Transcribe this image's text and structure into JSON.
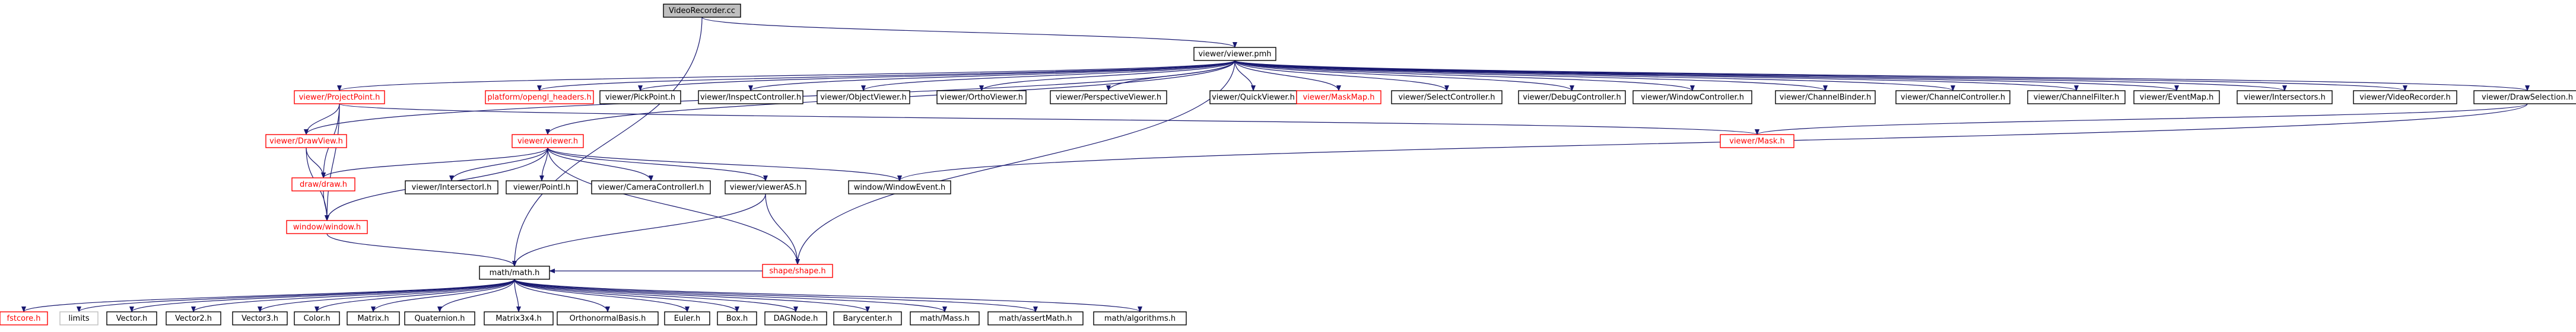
{
  "diagram": {
    "type": "include-dependency-graph",
    "colors": {
      "edge": "#191970",
      "root_fill": "#bfbfbf",
      "node_border": "#000000",
      "expandable_border": "#ff0000",
      "missing_border": "#bfbfbf",
      "text": "#000000",
      "expandable_text": "#ff0000"
    },
    "nodes": [
      {
        "id": "VideoRecorder_cc",
        "label": "VideoRecorder.cc",
        "kind": "root"
      },
      {
        "id": "viewer_pmh",
        "label": "viewer/viewer.pmh",
        "kind": "normal"
      },
      {
        "id": "ProjectPoint_h",
        "label": "viewer/ProjectPoint.h",
        "kind": "expandable"
      },
      {
        "id": "opengl_headers_h",
        "label": "platform/opengl_headers.h",
        "kind": "expandable"
      },
      {
        "id": "PickPoint_h",
        "label": "viewer/PickPoint.h",
        "kind": "normal"
      },
      {
        "id": "InspectController_h",
        "label": "viewer/InspectController.h",
        "kind": "normal"
      },
      {
        "id": "ObjectViewer_h",
        "label": "viewer/ObjectViewer.h",
        "kind": "normal"
      },
      {
        "id": "OrthoViewer_h",
        "label": "viewer/OrthoViewer.h",
        "kind": "normal"
      },
      {
        "id": "PerspectiveViewer_h",
        "label": "viewer/PerspectiveViewer.h",
        "kind": "normal"
      },
      {
        "id": "QuickViewer_h",
        "label": "viewer/QuickViewer.h",
        "kind": "normal"
      },
      {
        "id": "MaskMap_h",
        "label": "viewer/MaskMap.h",
        "kind": "expandable"
      },
      {
        "id": "SelectController_h",
        "label": "viewer/SelectController.h",
        "kind": "normal"
      },
      {
        "id": "DebugController_h",
        "label": "viewer/DebugController.h",
        "kind": "normal"
      },
      {
        "id": "WindowController_h",
        "label": "viewer/WindowController.h",
        "kind": "normal"
      },
      {
        "id": "ChannelBinder_h",
        "label": "viewer/ChannelBinder.h",
        "kind": "normal"
      },
      {
        "id": "ChannelController_h",
        "label": "viewer/ChannelController.h",
        "kind": "normal"
      },
      {
        "id": "ChannelFilter_h",
        "label": "viewer/ChannelFilter.h",
        "kind": "normal"
      },
      {
        "id": "EventMap_h",
        "label": "viewer/EventMap.h",
        "kind": "normal"
      },
      {
        "id": "Intersectors_h",
        "label": "viewer/Intersectors.h",
        "kind": "normal"
      },
      {
        "id": "VideoRecorder_h",
        "label": "viewer/VideoRecorder.h",
        "kind": "normal"
      },
      {
        "id": "DrawSelection_h",
        "label": "viewer/DrawSelection.h",
        "kind": "normal"
      },
      {
        "id": "viewer_h",
        "label": "viewer/viewer.h",
        "kind": "expandable"
      },
      {
        "id": "Mask_h",
        "label": "viewer/Mask.h",
        "kind": "expandable"
      },
      {
        "id": "DrawView_h",
        "label": "viewer/DrawView.h",
        "kind": "expandable"
      },
      {
        "id": "draw_h",
        "label": "draw/draw.h",
        "kind": "expandable"
      },
      {
        "id": "window_h",
        "label": "window/window.h",
        "kind": "expandable"
      },
      {
        "id": "IntersectorI_h",
        "label": "viewer/IntersectorI.h",
        "kind": "normal"
      },
      {
        "id": "PointI_h",
        "label": "viewer/PointI.h",
        "kind": "normal"
      },
      {
        "id": "CameraControllerI_h",
        "label": "viewer/CameraControllerI.h",
        "kind": "normal"
      },
      {
        "id": "viewerAS_h",
        "label": "viewer/viewerAS.h",
        "kind": "normal"
      },
      {
        "id": "WindowEvent_h",
        "label": "window/WindowEvent.h",
        "kind": "normal"
      },
      {
        "id": "shape_h",
        "label": "shape/shape.h",
        "kind": "expandable"
      },
      {
        "id": "math_h",
        "label": "math/math.h",
        "kind": "normal"
      },
      {
        "id": "fstcore_h",
        "label": "fstcore.h",
        "kind": "expandable"
      },
      {
        "id": "limits",
        "label": "limits",
        "kind": "missing"
      },
      {
        "id": "Vector_h",
        "label": "Vector.h",
        "kind": "normal"
      },
      {
        "id": "Vector2_h",
        "label": "Vector2.h",
        "kind": "normal"
      },
      {
        "id": "Vector3_h",
        "label": "Vector3.h",
        "kind": "normal"
      },
      {
        "id": "Color_h",
        "label": "Color.h",
        "kind": "normal"
      },
      {
        "id": "Matrix_h",
        "label": "Matrix.h",
        "kind": "normal"
      },
      {
        "id": "Quaternion_h",
        "label": "Quaternion.h",
        "kind": "normal"
      },
      {
        "id": "Matrix3x4_h",
        "label": "Matrix3x4.h",
        "kind": "normal"
      },
      {
        "id": "OrthonormalBasis_h",
        "label": "OrthonormalBasis.h",
        "kind": "normal"
      },
      {
        "id": "Euler_h",
        "label": "Euler.h",
        "kind": "normal"
      },
      {
        "id": "Box_h",
        "label": "Box.h",
        "kind": "normal"
      },
      {
        "id": "DAGNode_h",
        "label": "DAGNode.h",
        "kind": "normal"
      },
      {
        "id": "Barycenter_h",
        "label": "Barycenter.h",
        "kind": "normal"
      },
      {
        "id": "Mass_h",
        "label": "math/Mass.h",
        "kind": "normal"
      },
      {
        "id": "assertMath_h",
        "label": "math/assertMath.h",
        "kind": "normal"
      },
      {
        "id": "algorithms_h",
        "label": "math/algorithms.h",
        "kind": "normal"
      }
    ],
    "edges": [
      [
        "VideoRecorder_cc",
        "viewer_pmh"
      ],
      [
        "VideoRecorder_cc",
        "math_h"
      ],
      [
        "viewer_pmh",
        "ProjectPoint_h"
      ],
      [
        "viewer_pmh",
        "opengl_headers_h"
      ],
      [
        "viewer_pmh",
        "PickPoint_h"
      ],
      [
        "viewer_pmh",
        "InspectController_h"
      ],
      [
        "viewer_pmh",
        "ObjectViewer_h"
      ],
      [
        "viewer_pmh",
        "OrthoViewer_h"
      ],
      [
        "viewer_pmh",
        "PerspectiveViewer_h"
      ],
      [
        "viewer_pmh",
        "QuickViewer_h"
      ],
      [
        "viewer_pmh",
        "MaskMap_h"
      ],
      [
        "viewer_pmh",
        "SelectController_h"
      ],
      [
        "viewer_pmh",
        "DebugController_h"
      ],
      [
        "viewer_pmh",
        "WindowController_h"
      ],
      [
        "viewer_pmh",
        "ChannelBinder_h"
      ],
      [
        "viewer_pmh",
        "ChannelController_h"
      ],
      [
        "viewer_pmh",
        "ChannelFilter_h"
      ],
      [
        "viewer_pmh",
        "EventMap_h"
      ],
      [
        "viewer_pmh",
        "Intersectors_h"
      ],
      [
        "viewer_pmh",
        "VideoRecorder_h"
      ],
      [
        "viewer_pmh",
        "DrawSelection_h"
      ],
      [
        "viewer_pmh",
        "viewer_h"
      ],
      [
        "viewer_pmh",
        "DrawView_h"
      ],
      [
        "viewer_pmh",
        "shape_h"
      ],
      [
        "ProjectPoint_h",
        "DrawView_h"
      ],
      [
        "ProjectPoint_h",
        "draw_h"
      ],
      [
        "ProjectPoint_h",
        "window_h"
      ],
      [
        "ProjectPoint_h",
        "Mask_h"
      ],
      [
        "DrawView_h",
        "draw_h"
      ],
      [
        "DrawView_h",
        "window_h"
      ],
      [
        "draw_h",
        "window_h"
      ],
      [
        "viewer_h",
        "draw_h"
      ],
      [
        "viewer_h",
        "window_h"
      ],
      [
        "viewer_h",
        "IntersectorI_h"
      ],
      [
        "viewer_h",
        "PointI_h"
      ],
      [
        "viewer_h",
        "CameraControllerI_h"
      ],
      [
        "viewer_h",
        "viewerAS_h"
      ],
      [
        "viewer_h",
        "WindowEvent_h"
      ],
      [
        "viewer_h",
        "shape_h"
      ],
      [
        "viewerAS_h",
        "shape_h"
      ],
      [
        "viewerAS_h",
        "math_h"
      ],
      [
        "window_h",
        "math_h"
      ],
      [
        "shape_h",
        "math_h"
      ],
      [
        "DrawSelection_h",
        "Mask_h"
      ],
      [
        "DrawSelection_h",
        "WindowEvent_h"
      ],
      [
        "math_h",
        "fstcore_h"
      ],
      [
        "math_h",
        "limits"
      ],
      [
        "math_h",
        "Vector_h"
      ],
      [
        "math_h",
        "Vector2_h"
      ],
      [
        "math_h",
        "Vector3_h"
      ],
      [
        "math_h",
        "Color_h"
      ],
      [
        "math_h",
        "Matrix_h"
      ],
      [
        "math_h",
        "Quaternion_h"
      ],
      [
        "math_h",
        "Matrix3x4_h"
      ],
      [
        "math_h",
        "OrthonormalBasis_h"
      ],
      [
        "math_h",
        "Euler_h"
      ],
      [
        "math_h",
        "Box_h"
      ],
      [
        "math_h",
        "DAGNode_h"
      ],
      [
        "math_h",
        "Barycenter_h"
      ],
      [
        "math_h",
        "Mass_h"
      ],
      [
        "math_h",
        "assertMath_h"
      ],
      [
        "math_h",
        "algorithms_h"
      ]
    ]
  }
}
